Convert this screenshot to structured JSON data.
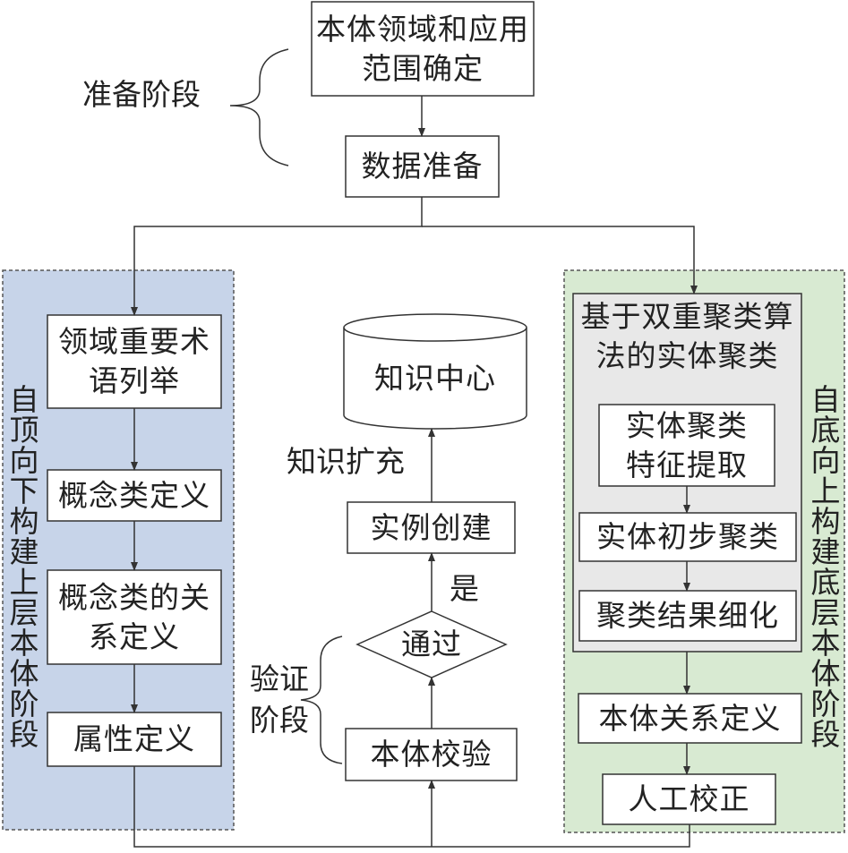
{
  "nodes": {
    "scope": "本体领域和应用范围确定",
    "data_prep": "数据准备",
    "terms": "领域重要术语列举",
    "class_def": "概念类定义",
    "class_rel": "概念类的关系定义",
    "attr_def": "属性定义",
    "knowledge_center": "知识中心",
    "instance": "实例创建",
    "pass": "通过",
    "verify": "本体校验",
    "dual_cluster": "基于双重聚类算法的实体聚类",
    "feature": "实体聚类特征提取",
    "initial_cluster": "实体初步聚类",
    "refine": "聚类结果细化",
    "ontology_rel": "本体关系定义",
    "manual": "人工校正"
  },
  "labels": {
    "prep_stage": "准备阶段",
    "verify_stage": "验证阶段",
    "expand": "知识扩充",
    "yes": "是",
    "top_down": "自顶向下构建上层本体阶段",
    "bottom_up": "自底向上构建底层本体阶段"
  },
  "colors": {
    "left_panel": "#c7d4e9",
    "right_panel": "#d8ead2",
    "cluster_group": "#e8e8e8",
    "stroke": "#333333"
  }
}
